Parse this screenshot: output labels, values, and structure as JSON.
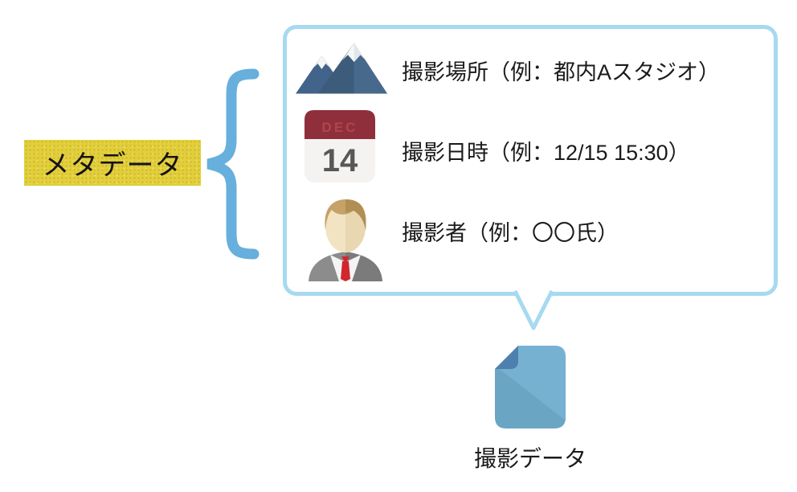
{
  "metadata_label": {
    "text": "メタデータ"
  },
  "bubble": {
    "rows": [
      {
        "icon": "mountain-icon",
        "text": "撮影場所（例：都内Aスタジオ）"
      },
      {
        "icon": "calendar-icon",
        "text": "撮影日時（例：12/15 15:30）",
        "calendar": {
          "month": "DEC",
          "day": "14"
        }
      },
      {
        "icon": "person-icon",
        "text": "撮影者（例：〇〇氏）"
      }
    ]
  },
  "target": {
    "icon": "document-icon",
    "label": "撮影データ"
  },
  "colors": {
    "bubble_border": "#a6daf0",
    "brace_blue": "#67afdc",
    "highlight_yellow": "#e3cf3a",
    "mountain_dark": "#3d5c7b",
    "mountain_light": "#47698c",
    "small_peak": "#42638a",
    "snow": "#f5f7f9",
    "calendar_header": "#8f2f3b",
    "calendar_month_text": "#b2444e",
    "calendar_body": "#f4f3f1",
    "calendar_day_text": "#585858",
    "suit_gray": "#8c8c8c",
    "suit_gray_dark": "#7b7b7b",
    "tie_red": "#d1262c",
    "skin": "#f2e4c2",
    "hair": "#c6a168",
    "doc_light": "#76b1d2",
    "doc_dark": "#6aa6c3",
    "doc_fold": "#4d80af"
  }
}
